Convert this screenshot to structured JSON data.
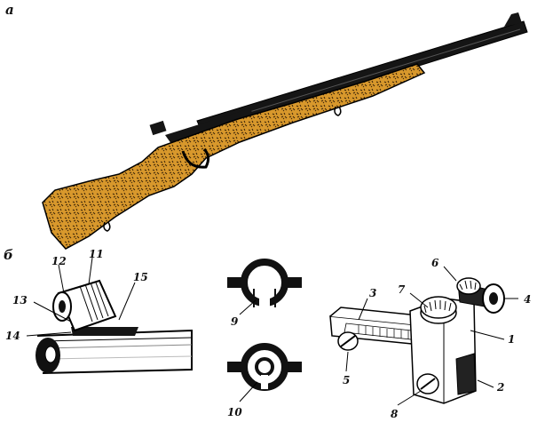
{
  "figure": {
    "panel_a_label": "а",
    "panel_b_label": "б",
    "stock_color": "#d8982c",
    "metal_color": "#151515",
    "callouts": [
      "1",
      "2",
      "3",
      "4",
      "5",
      "6",
      "7",
      "8",
      "9",
      "10",
      "11",
      "12",
      "13",
      "14",
      "15"
    ]
  }
}
